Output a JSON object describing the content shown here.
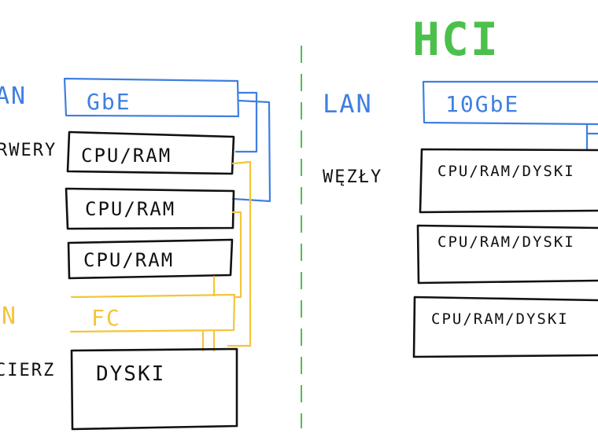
{
  "colors": {
    "ink": "#111111",
    "lan": "#3f7fe0",
    "san": "#f3c53a",
    "hci": "#4cc04c"
  },
  "left": {
    "lan_label": "AN",
    "lan_box": "GbE",
    "servers_label": "RWERY",
    "servers": [
      "CPU/RAM",
      "CPU/RAM",
      "CPU/RAM"
    ],
    "san_label": "N",
    "san_box": "FC",
    "storage_label": "CIERZ",
    "storage_box": "DYSKI"
  },
  "right": {
    "title": "HCI",
    "lan_label": "LAN",
    "lan_box": "10GbE",
    "nodes_label": "WĘZŁY",
    "nodes": [
      "CPU/RAM/DYSKI",
      "CPU/RAM/DYSKI",
      "CPU/RAM/DYSKI"
    ]
  }
}
